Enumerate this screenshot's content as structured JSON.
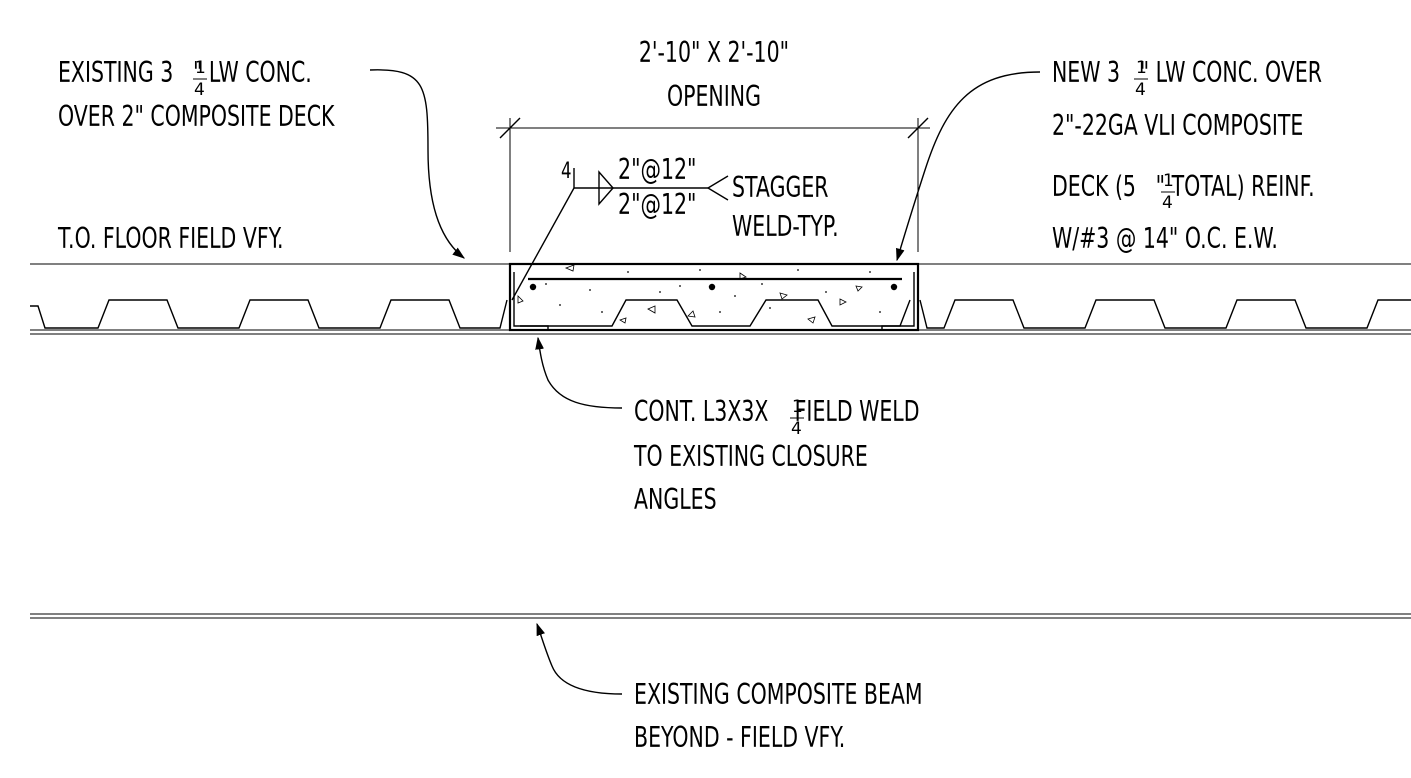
{
  "notes": {
    "existing_slab": {
      "line1_prefix": "EXISTING 3",
      "line1_frac_num": "1",
      "line1_frac_den": "4",
      "line1_suffix": "\" LW CONC.",
      "line2": "OVER 2\" COMPOSITE DECK"
    },
    "floor_level": "T.O. FLOOR FIELD VFY.",
    "opening": {
      "line1": "2'-10\" X 2'-10\"",
      "line2": "OPENING"
    },
    "weld_symbol": {
      "top": "2\"@12\"",
      "bottom": "2\"@12\"",
      "size": "4",
      "tail_line1": "STAGGER",
      "tail_line2": "WELD-TYP."
    },
    "new_slab": {
      "line1_prefix": "NEW 3",
      "line1_frac_num": "1",
      "line1_frac_den": "4",
      "line1_suffix": "\" LW CONC. OVER",
      "line2": "2\"-22GA VLI COMPOSITE",
      "line3_prefix": "DECK (5",
      "line3_frac_num": "1",
      "line3_frac_den": "4",
      "line3_suffix": "\" TOTAL) REINF.",
      "line4": "W/#3 @ 14\" O.C. E.W."
    },
    "angle": {
      "line1_prefix": "CONT. L3X3X",
      "line1_frac_num": "1",
      "line1_frac_den": "4",
      "line1_suffix": " FIELD WELD",
      "line2": "TO EXISTING CLOSURE",
      "line3": "ANGLES"
    },
    "beam": {
      "line1": "EXISTING COMPOSITE BEAM",
      "line2": "BEYOND - FIELD VFY."
    }
  },
  "colors": {
    "ink": "#000000",
    "paper": "#ffffff"
  }
}
